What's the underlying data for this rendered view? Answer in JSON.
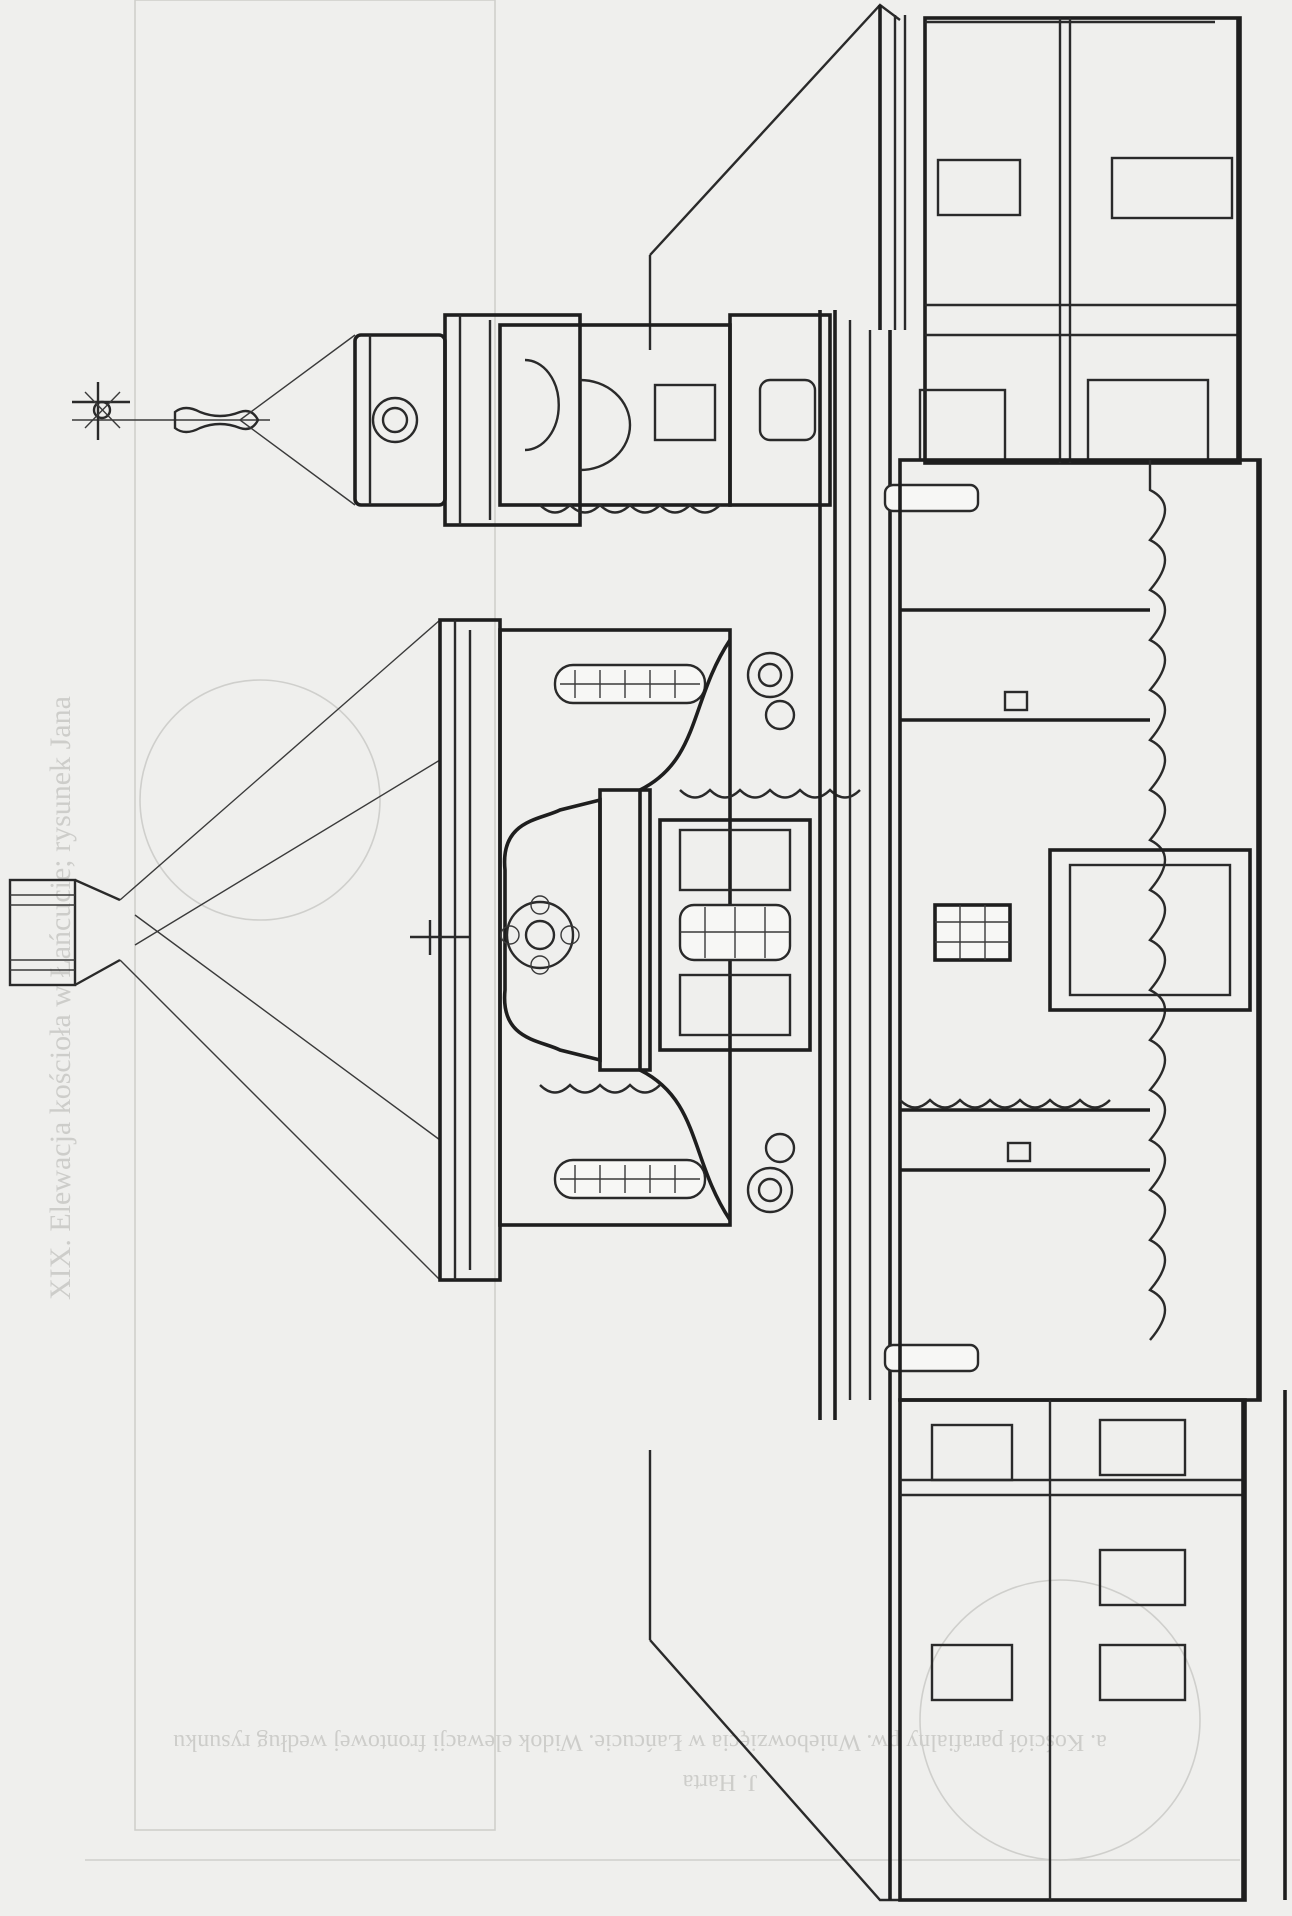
{
  "figure": {
    "orientation": "rotated-90-ccw",
    "subject": "church facade elevation drawing",
    "ink_color": "#2a2a2a",
    "paper_color": "#efefed",
    "bleed_through_color": "#cdcdca"
  },
  "bleed_through": {
    "side_caption": "XIX. Elewacja kościoła w Łańcucie; rysunek Jana",
    "bottom_caption_line1": "a. Kościół parafialny pw. Wniebowzięcia w Łańcucie. Widok elewacji frontowej według rysunku",
    "bottom_caption_line2": "J. Harta"
  },
  "icons": {
    "cross_top": "cross-icon",
    "cross_gable": "cross-icon",
    "rosette": "rosette-icon",
    "scroll": "volute-icon"
  }
}
